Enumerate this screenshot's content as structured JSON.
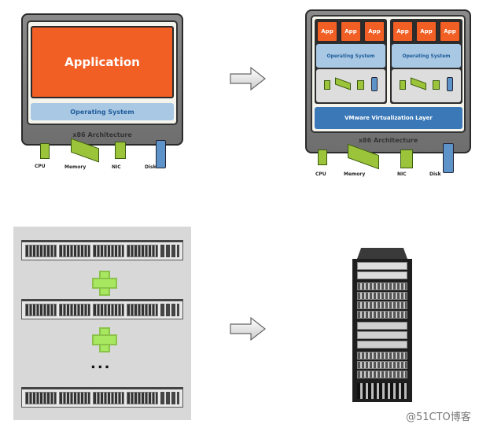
{
  "left_server": {
    "application": "Application",
    "os": "Operating System",
    "arch": "x86 Architecture",
    "hardware": [
      "CPU",
      "Memory",
      "NIC",
      "Disk"
    ]
  },
  "right_server": {
    "vm_left": {
      "apps": [
        "App",
        "App",
        "App"
      ],
      "os": "Operating System"
    },
    "vm_right": {
      "apps": [
        "App",
        "App",
        "App"
      ],
      "os": "Operating System"
    },
    "virtualization": "VMware Virtualization Layer",
    "arch": "x86 Architecture",
    "hardware": [
      "CPU",
      "Memory",
      "NIC",
      "Disk"
    ]
  },
  "stack": {
    "ellipsis": "..."
  },
  "watermark": "@51CTO博客",
  "colors": {
    "app": "#f25f25",
    "os": "#a8c8e4",
    "virtualization": "#3a78b8",
    "plus": "#a8e860"
  }
}
